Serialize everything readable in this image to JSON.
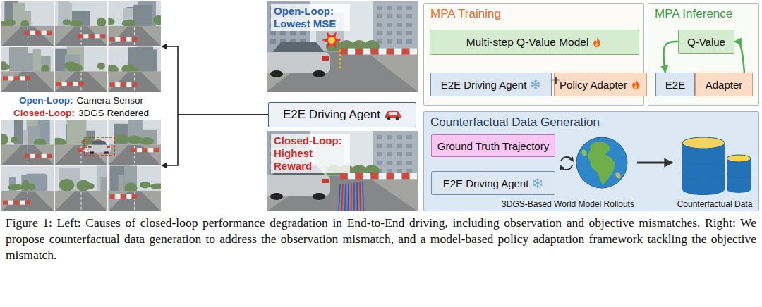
{
  "diagram": {
    "caption": "Figure 1: Left: Causes of closed-loop performance degradation in End-to-End driving, including observation and objective mismatches. Right: We propose counterfactual data generation to address the observation mismatch, and a model-based policy adaptation framework tackling the objective mismatch.",
    "nodes": [
      {
        "text": [
          "Open-Loop:",
          "Camera Sensor"
        ]
      },
      {
        "text": [
          "Closed-Loop:",
          "3DGS Rendered"
        ]
      },
      {
        "text": [
          "Open-Loop: Lowest MSE"
        ]
      },
      {
        "text": [
          "E2E Driving Agent"
        ]
      },
      {
        "text": [
          "Closed-Loop: Highest Reward"
        ]
      },
      {
        "text": [
          "MPA Training"
        ]
      },
      {
        "text": [
          "Multi-step Q-Value Model"
        ],
        "in": 5
      },
      {
        "text": [
          "E2E Driving Agent"
        ],
        "in": 5
      },
      {
        "text": [
          "Policy Adapter"
        ],
        "in": 5
      },
      {
        "text": [
          "MPA Inference"
        ]
      },
      {
        "text": [
          "Q-Value"
        ],
        "in": 9
      },
      {
        "text": [
          "E2E"
        ],
        "in": 9
      },
      {
        "text": [
          "Adapter"
        ],
        "in": 9
      },
      {
        "text": [
          "Counterfactual Data Generation"
        ]
      },
      {
        "text": [
          "Ground Truth Trajectory"
        ],
        "in": 13
      },
      {
        "text": [
          "E2E Driving Agent"
        ],
        "in": 13
      },
      {
        "text": [
          "3DGS-Based World Model Rollouts"
        ],
        "in": 13
      },
      {
        "text": [
          "Counterfactual Data"
        ],
        "in": 13
      }
    ],
    "edges": [
      {
        "from": 3,
        "to": 0,
        "arrow": "to"
      },
      {
        "from": 3,
        "to": 1,
        "arrow": "to"
      },
      {
        "from": 10,
        "to": 11,
        "arrow": "to"
      },
      {
        "from": 12,
        "to": 10,
        "arrow": "to"
      },
      {
        "from": 16,
        "to": 17,
        "arrow": "to"
      }
    ],
    "labels": [
      "+"
    ]
  }
}
